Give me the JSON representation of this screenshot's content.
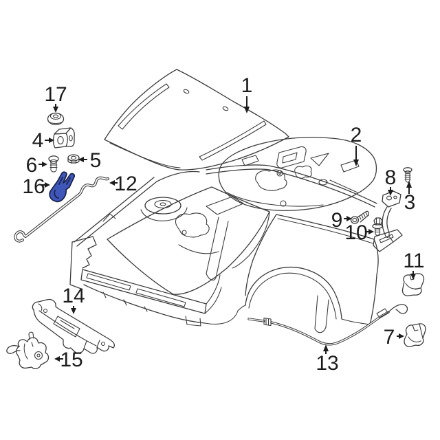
{
  "figure": {
    "type": "exploded-parts-diagram",
    "subject": "vehicle hood assembly front view",
    "background_color": "#ffffff",
    "line_color": "#3b3b3b",
    "label_color": "#1c1c1c"
  },
  "highlighted_part": {
    "callout_number": "16",
    "fill_color": "#3f57b8",
    "outline_color": "#1a234f"
  },
  "callouts": [
    {
      "number": "1"
    },
    {
      "number": "2"
    },
    {
      "number": "3"
    },
    {
      "number": "4"
    },
    {
      "number": "5"
    },
    {
      "number": "6"
    },
    {
      "number": "7"
    },
    {
      "number": "8"
    },
    {
      "number": "9"
    },
    {
      "number": "10"
    },
    {
      "number": "11"
    },
    {
      "number": "12"
    },
    {
      "number": "13"
    },
    {
      "number": "14"
    },
    {
      "number": "15"
    },
    {
      "number": "16"
    },
    {
      "number": "17"
    }
  ]
}
